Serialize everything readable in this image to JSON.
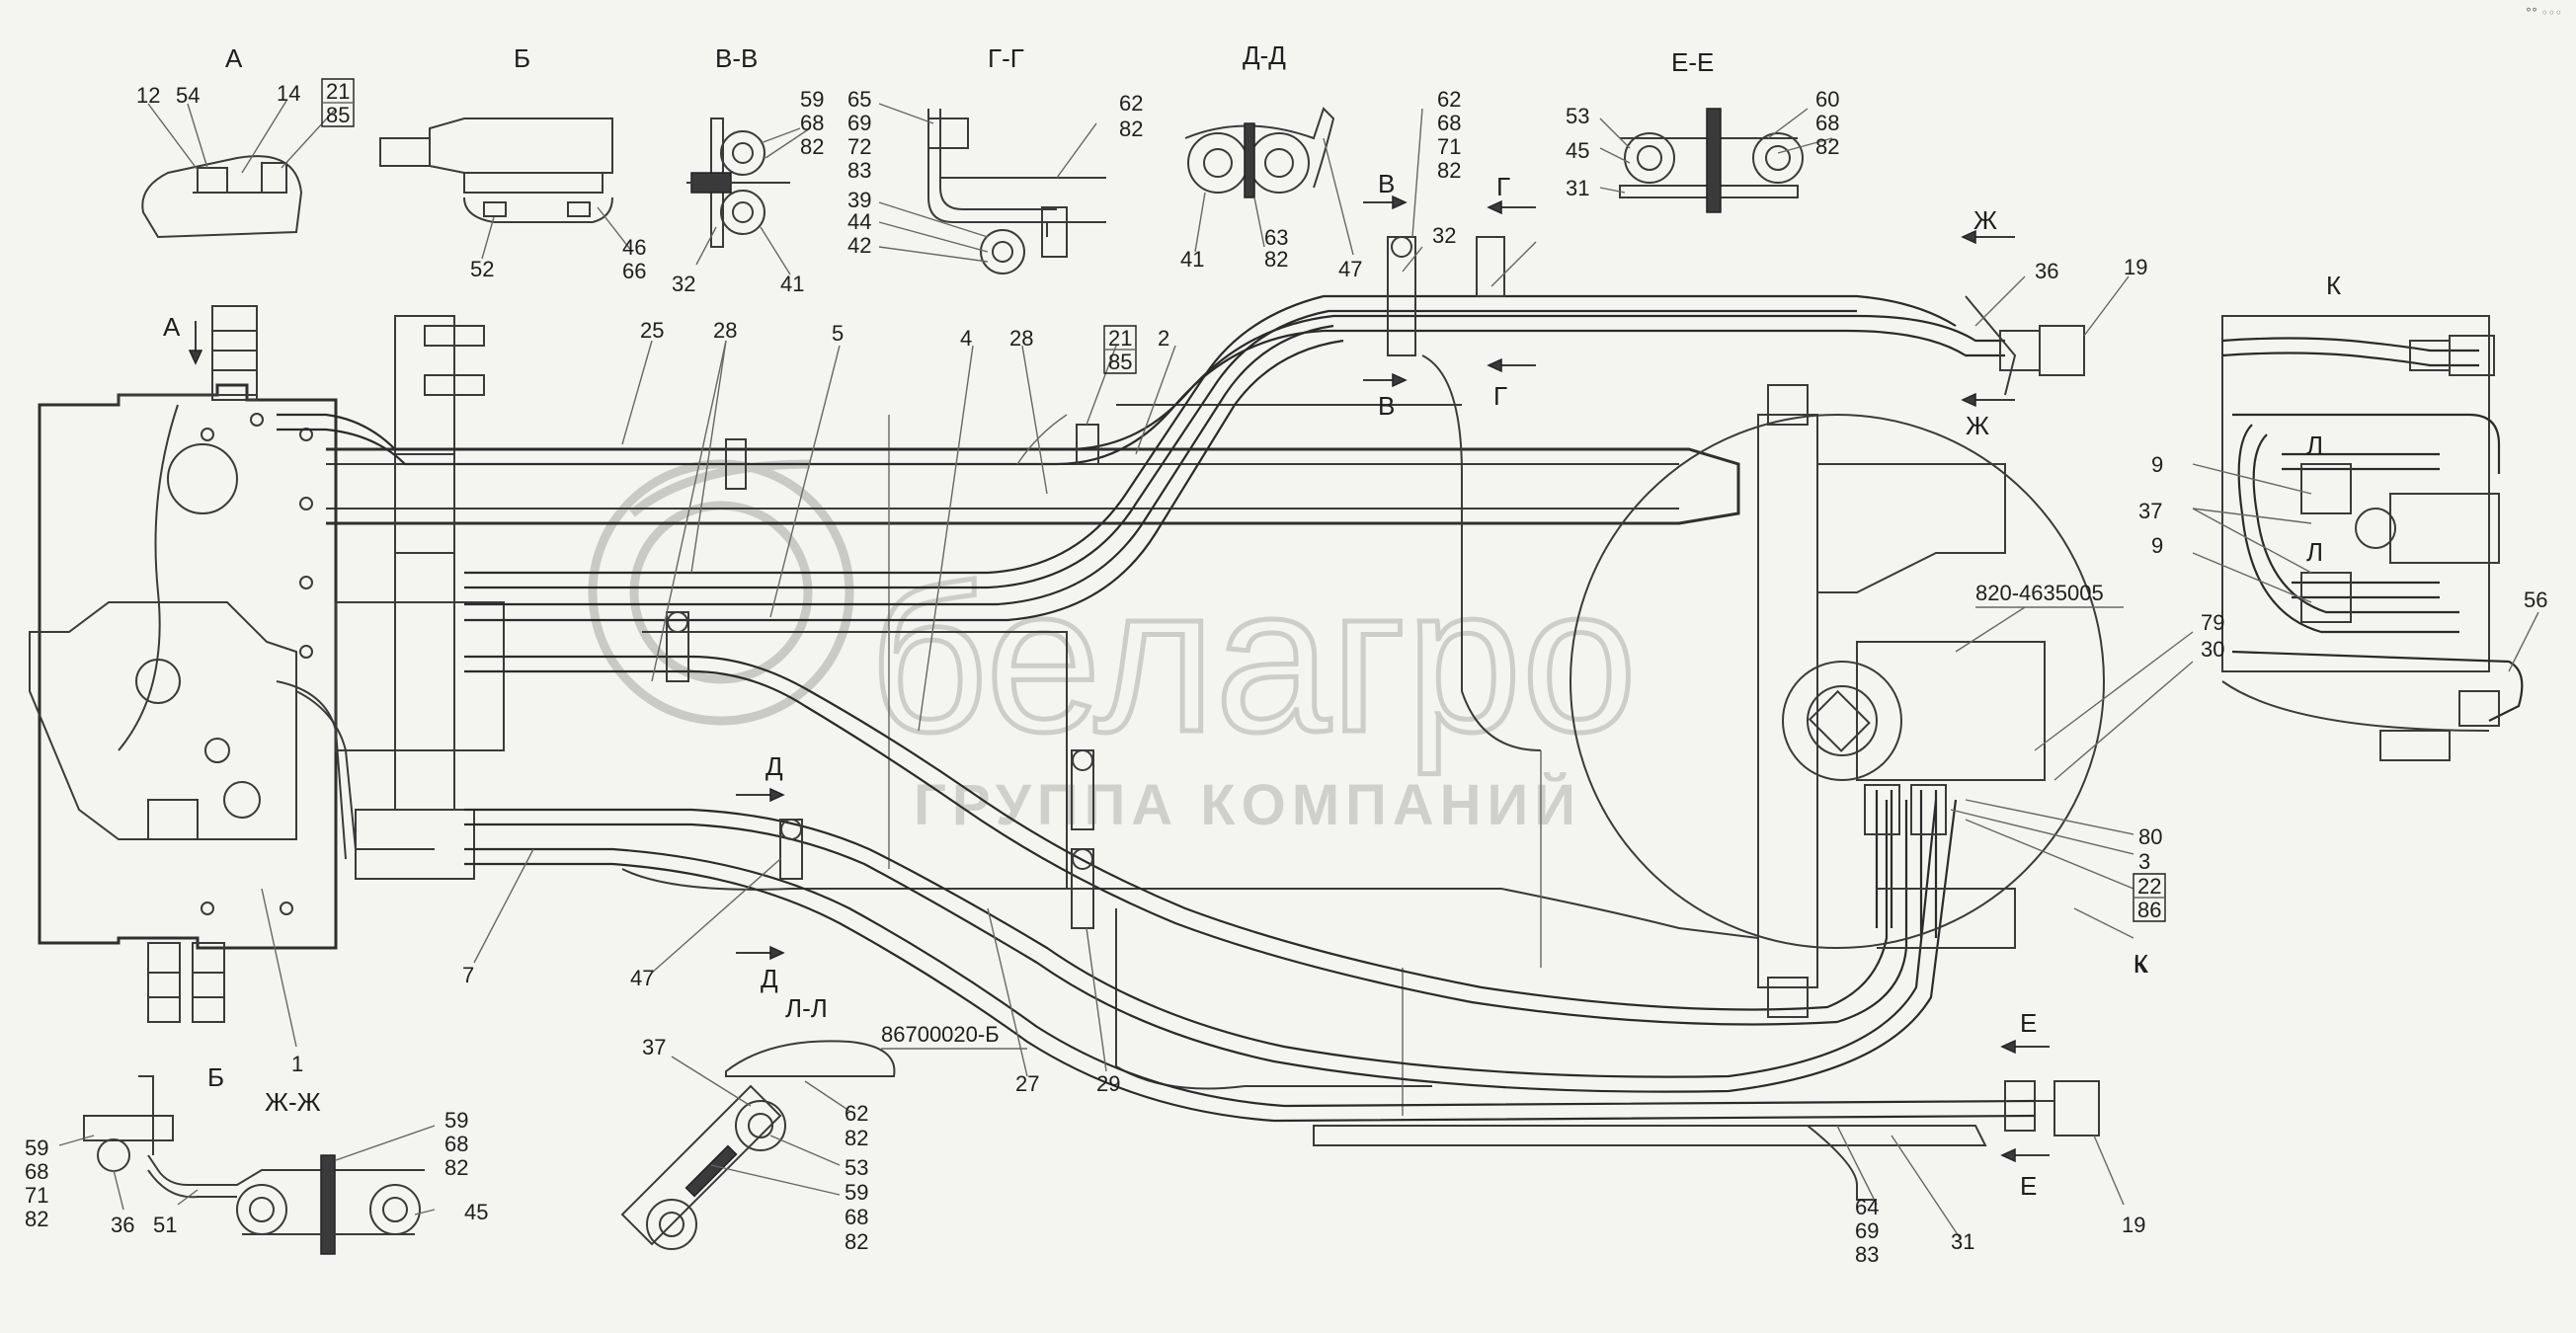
{
  "watermark": {
    "logo": "белагро",
    "subtitle": "ГРУППА КОМПАНИЙ"
  },
  "corner_mark": "°° ◦◦◦",
  "sections": [
    {
      "key": "a",
      "text": "А"
    },
    {
      "key": "b",
      "text": "Б"
    },
    {
      "key": "vv",
      "text": "В-В"
    },
    {
      "key": "gg",
      "text": "Г-Г"
    },
    {
      "key": "dd",
      "text": "Д-Д"
    },
    {
      "key": "ee",
      "text": "Е-Е"
    },
    {
      "key": "k",
      "text": "К"
    },
    {
      "key": "zhzh",
      "text": "Ж-Ж"
    },
    {
      "key": "ll",
      "text": "Л-Л"
    }
  ],
  "view_marks": [
    "А",
    "Б",
    "В",
    "В",
    "Г",
    "Г",
    "Д",
    "Д",
    "Е",
    "Е",
    "Ж",
    "Ж",
    "Л",
    "Л",
    "К"
  ],
  "part_numbers": [
    "820-4635005",
    "86700020-Б"
  ],
  "labels": [
    "12",
    "54",
    "14",
    "52",
    "46",
    "66",
    "32",
    "41",
    "65",
    "69",
    "72",
    "83",
    "39",
    "44",
    "42",
    "62",
    "82",
    "41",
    "63",
    "82",
    "47",
    "53",
    "45",
    "31",
    "60",
    "68",
    "82",
    "59",
    "68",
    "82",
    "62",
    "68",
    "71",
    "82",
    "25",
    "28",
    "5",
    "4",
    "28",
    "2",
    "32",
    "36",
    "19",
    "9",
    "37",
    "9",
    "56",
    "79",
    "30",
    "80",
    "3",
    "1",
    "7",
    "47",
    "27",
    "29",
    "37",
    "53",
    "59",
    "68",
    "82",
    "62",
    "82",
    "36",
    "51",
    "59",
    "68",
    "71",
    "82",
    "59",
    "68",
    "82",
    "45",
    "64",
    "69",
    "83",
    "31",
    "19",
    "К"
  ],
  "boxed_labels": [
    {
      "top": "21",
      "bottom": "85"
    },
    {
      "top": "21",
      "bottom": "85"
    },
    {
      "top": "22",
      "bottom": "86"
    }
  ]
}
